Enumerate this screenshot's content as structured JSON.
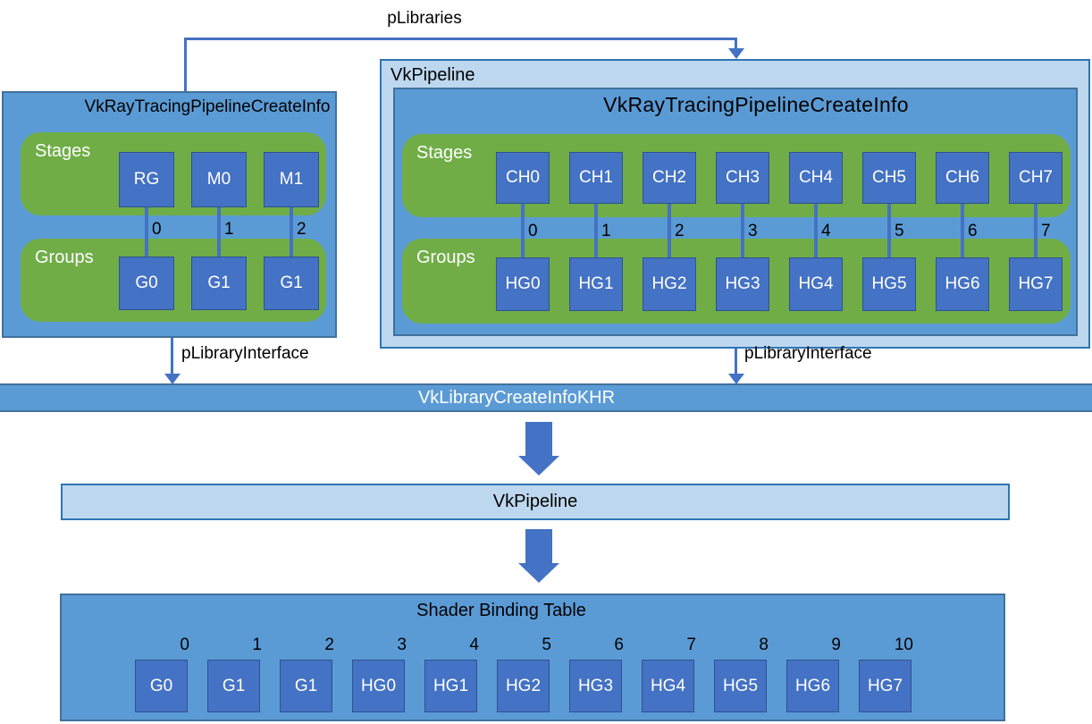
{
  "colors": {
    "medium_blue": "#5B9BD5",
    "light_blue": "#BDD7EE",
    "square_blue": "#4472C4",
    "square_border": "#2F528F",
    "green": "#70AD47",
    "border_dark": "#41719C",
    "border_light": "#2E75B6",
    "connector": "#4472C4",
    "text_dark": "#000000",
    "text_light": "#FFFFFF"
  },
  "plibraries": {
    "label": "pLibraries"
  },
  "left_pipeline": {
    "title": "VkRayTracingPipelineCreateInfo",
    "stages_label": "Stages",
    "groups_label": "Groups",
    "columns": [
      {
        "stage": "RG",
        "index": "0",
        "group": "G0"
      },
      {
        "stage": "M0",
        "index": "1",
        "group": "G1"
      },
      {
        "stage": "M1",
        "index": "2",
        "group": "G1"
      }
    ],
    "library_interface_label": "pLibraryInterface"
  },
  "right_pipeline": {
    "title": "VkPipeline",
    "create_info_title": "VkRayTracingPipelineCreateInfo",
    "stages_label": "Stages",
    "groups_label": "Groups",
    "columns": [
      {
        "stage": "CH0",
        "index": "0",
        "group": "HG0"
      },
      {
        "stage": "CH1",
        "index": "1",
        "group": "HG1"
      },
      {
        "stage": "CH2",
        "index": "2",
        "group": "HG2"
      },
      {
        "stage": "CH3",
        "index": "3",
        "group": "HG3"
      },
      {
        "stage": "CH4",
        "index": "4",
        "group": "HG4"
      },
      {
        "stage": "CH5",
        "index": "5",
        "group": "HG5"
      },
      {
        "stage": "CH6",
        "index": "6",
        "group": "HG6"
      },
      {
        "stage": "CH7",
        "index": "7",
        "group": "HG7"
      }
    ],
    "library_interface_label": "pLibraryInterface"
  },
  "library_create_info_bar": {
    "title": "VkLibraryCreateInfoKHR"
  },
  "pipeline_bar": {
    "title": "VkPipeline"
  },
  "shader_binding_table": {
    "title": "Shader Binding Table",
    "entries": [
      {
        "index": "0",
        "label": "G0"
      },
      {
        "index": "1",
        "label": "G1"
      },
      {
        "index": "2",
        "label": "G1"
      },
      {
        "index": "3",
        "label": "HG0"
      },
      {
        "index": "4",
        "label": "HG1"
      },
      {
        "index": "5",
        "label": "HG2"
      },
      {
        "index": "6",
        "label": "HG3"
      },
      {
        "index": "7",
        "label": "HG4"
      },
      {
        "index": "8",
        "label": "HG5"
      },
      {
        "index": "9",
        "label": "HG6"
      },
      {
        "index": "10",
        "label": "HG7"
      }
    ]
  }
}
